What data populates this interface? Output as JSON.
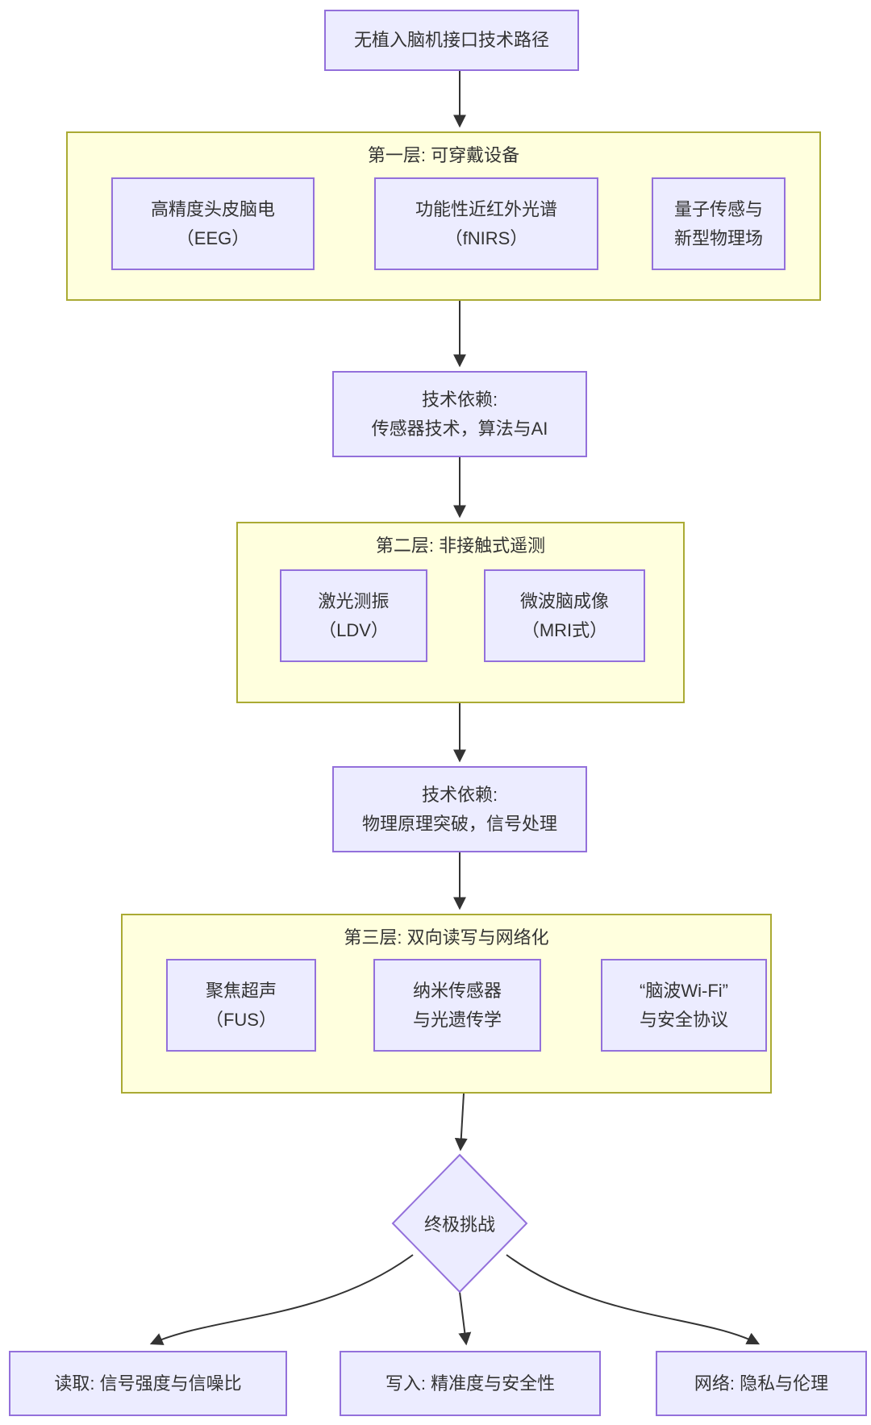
{
  "colors": {
    "node_fill": "#ECECFF",
    "node_border": "#9370DB",
    "group_fill": "#FFFFDE",
    "group_border": "#AAAA33",
    "arrow": "#333333",
    "text": "#333333"
  },
  "root": {
    "title": "无植入脑机接口技术路径"
  },
  "layer1": {
    "label": "第一层: 可穿戴设备",
    "node1": {
      "line1": "高精度头皮脑电",
      "line2": "（EEG）"
    },
    "node2": {
      "line1": "功能性近红外光谱",
      "line2": "（fNIRS）"
    },
    "node3": {
      "line1": "量子传感与",
      "line2": "新型物理场"
    }
  },
  "dep1": {
    "line1": "技术依赖:",
    "line2": "传感器技术，算法与AI"
  },
  "layer2": {
    "label": "第二层: 非接触式遥测",
    "node1": {
      "line1": "激光测振",
      "line2": "（LDV）"
    },
    "node2": {
      "line1": "微波脑成像",
      "line2": "（MRI式）"
    }
  },
  "dep2": {
    "line1": "技术依赖:",
    "line2": "物理原理突破，信号处理"
  },
  "layer3": {
    "label": "第三层: 双向读写与网络化",
    "node1": {
      "line1": "聚焦超声",
      "line2": "（FUS）"
    },
    "node2": {
      "line1": "纳米传感器",
      "line2": "与光遗传学"
    },
    "node3": {
      "line1": "“脑波Wi-Fi”",
      "line2": "与安全协议"
    }
  },
  "decision": {
    "label": "终极挑战"
  },
  "outcomes": {
    "read": "读取: 信号强度与信噪比",
    "write": "写入: 精准度与安全性",
    "network": "网络: 隐私与伦理"
  }
}
